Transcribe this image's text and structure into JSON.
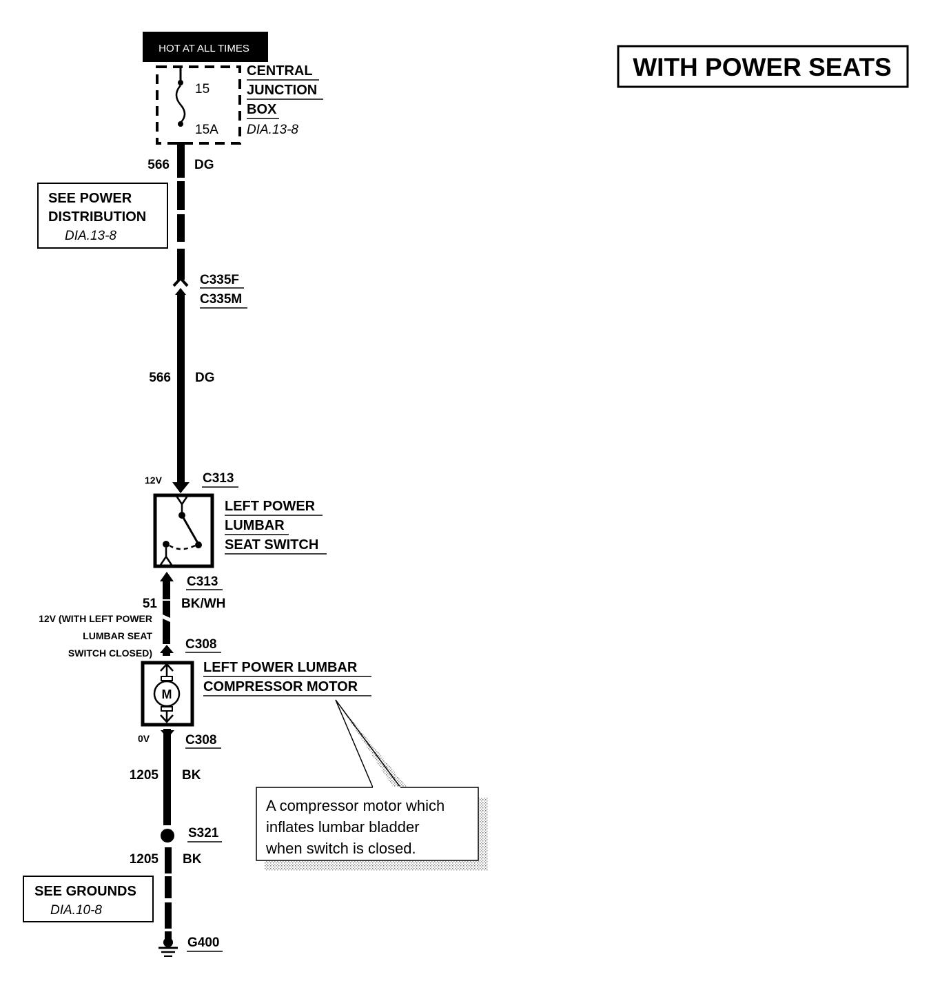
{
  "title": "WITH POWER SEATS",
  "hot_label": "HOT AT ALL TIMES",
  "junction_box": {
    "line1": "CENTRAL",
    "line2": "JUNCTION",
    "line3": "BOX",
    "ref": "DIA.13-8",
    "fuse_number": "15",
    "fuse_rating": "15A"
  },
  "power_distribution_box": {
    "line1": "SEE POWER",
    "line2": "DISTRIBUTION",
    "ref": "DIA.13-8"
  },
  "wire_566_top": {
    "circuit": "566",
    "color": "DG"
  },
  "connector_c335": {
    "female": "C335F",
    "male": "C335M"
  },
  "wire_566_mid": {
    "circuit": "566",
    "color": "DG"
  },
  "switch_voltage": "12V",
  "switch_connector_top": "C313",
  "switch_label": {
    "line1": "LEFT POWER",
    "line2": "LUMBAR",
    "line3": "SEAT SWITCH"
  },
  "switch_connector_bottom": "C313",
  "wire_51": {
    "circuit": "51",
    "color": "BK/WH"
  },
  "wire_51_voltage": {
    "line1": "12V (WITH LEFT POWER",
    "line2": "LUMBAR SEAT",
    "line3": "SWITCH CLOSED)"
  },
  "motor_connector_top": "C308",
  "motor_label": {
    "line1": "LEFT POWER LUMBAR",
    "line2": "COMPRESSOR MOTOR"
  },
  "motor_symbol": "M",
  "motor_voltage": "0V",
  "motor_connector_bottom": "C308",
  "wire_1205_a": {
    "circuit": "1205",
    "color": "BK"
  },
  "splice": "S321",
  "wire_1205_b": {
    "circuit": "1205",
    "color": "BK"
  },
  "grounds_box": {
    "line1": "SEE GROUNDS",
    "ref": "DIA.10-8"
  },
  "ground": "G400",
  "callout": {
    "line1": "A compressor motor which",
    "line2": "inflates lumbar bladder",
    "line3": "when switch is closed."
  }
}
